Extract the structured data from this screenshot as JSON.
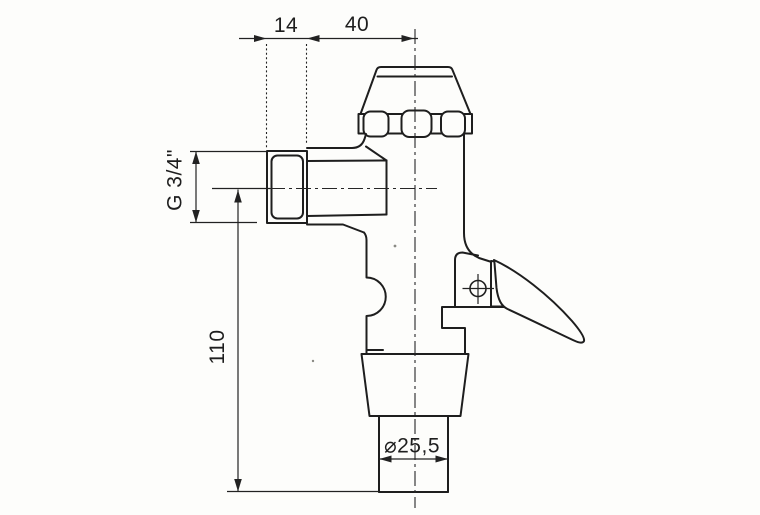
{
  "colors": {
    "background": "#fdfdfb",
    "ink": "#1e1e1e"
  },
  "dimensions": {
    "offset": {
      "label": "14"
    },
    "depth": {
      "label": "40"
    },
    "thread": {
      "label": "G 3/4\""
    },
    "height": {
      "label": "110"
    },
    "outlet": {
      "label": "⌀25,5"
    }
  }
}
